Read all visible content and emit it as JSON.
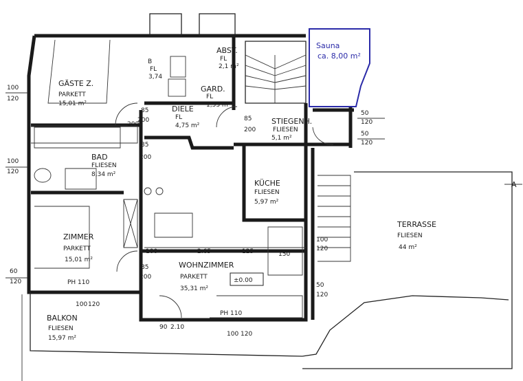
{
  "rooms": {
    "gaeste": {
      "name": "GÄSTE Z.",
      "floor": "PARKETT",
      "area": "15,01 m²"
    },
    "bad": {
      "name": "BAD",
      "floor": "FLIESEN",
      "area": "8,34 m²"
    },
    "wc": {
      "name": "B",
      "floor": "FL",
      "area": "3,74"
    },
    "diele": {
      "name": "DIELE",
      "floor": "FL",
      "area": "4,75 m²"
    },
    "gard": {
      "name": "GARD.",
      "floor": "FL",
      "area": "1,53 m²"
    },
    "abst": {
      "name": "ABST.",
      "floor": "FL",
      "area": "2,1 m²"
    },
    "stiegenh": {
      "name": "STIEGENH.",
      "floor": "FLIESEN",
      "area": "5,1 m²"
    },
    "kueche": {
      "name": "KÜCHE",
      "floor": "FLIESEN",
      "area": "5,97 m²"
    },
    "zimmer": {
      "name": "ZIMMER",
      "floor": "PARKETT",
      "area": "15,01 m²"
    },
    "wohnzimmer": {
      "name": "WOHNZIMMER",
      "floor": "PARKETT",
      "area": "35,31 m²",
      "level": "±0.00"
    },
    "balkon": {
      "name": "BALKON",
      "floor": "FLIESEN",
      "area": "15,97 m²"
    },
    "terrasse": {
      "name": "TERRASSE",
      "floor": "FLIESEN",
      "area": "44 m²"
    },
    "sauna": {
      "name": "Sauna",
      "area": "ca. 8,00 m²"
    }
  },
  "section_mark": "A",
  "dimensions": {
    "w100": "100",
    "h120": "120",
    "w60": "60",
    "w50": "50",
    "d85": "85",
    "d200": "200",
    "d100": "100",
    "d265": "2.65",
    "d125": "125",
    "d150": "150",
    "ph110": "PH 110",
    "d90": "90",
    "d210": "2.10"
  },
  "colors": {
    "ink": "#1a1a1a",
    "sauna": "#2a2aa8"
  }
}
